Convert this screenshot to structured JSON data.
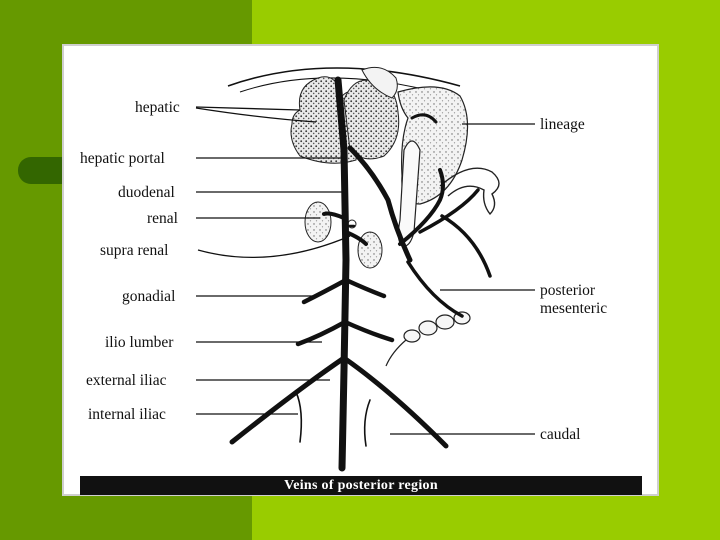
{
  "background": {
    "light": "#99cc00",
    "dark": "#669900",
    "pill": "#336600"
  },
  "caption": "Veins of posterior region",
  "labels": {
    "hepatic": "hepatic",
    "hepatic_portal": "hepatic portal",
    "duodenal": "duodenal",
    "renal": "renal",
    "supra_renal": "supra renal",
    "gonadial": "gonadial",
    "ilio_lumber": "ilio lumber",
    "external_iliac": "external iliac",
    "internal_iliac": "internal iliac",
    "lineage": "lineage",
    "posterior_mesenteric_line1": "posterior",
    "posterior_mesenteric_line2": "mesenteric",
    "caudal": "caudal"
  }
}
